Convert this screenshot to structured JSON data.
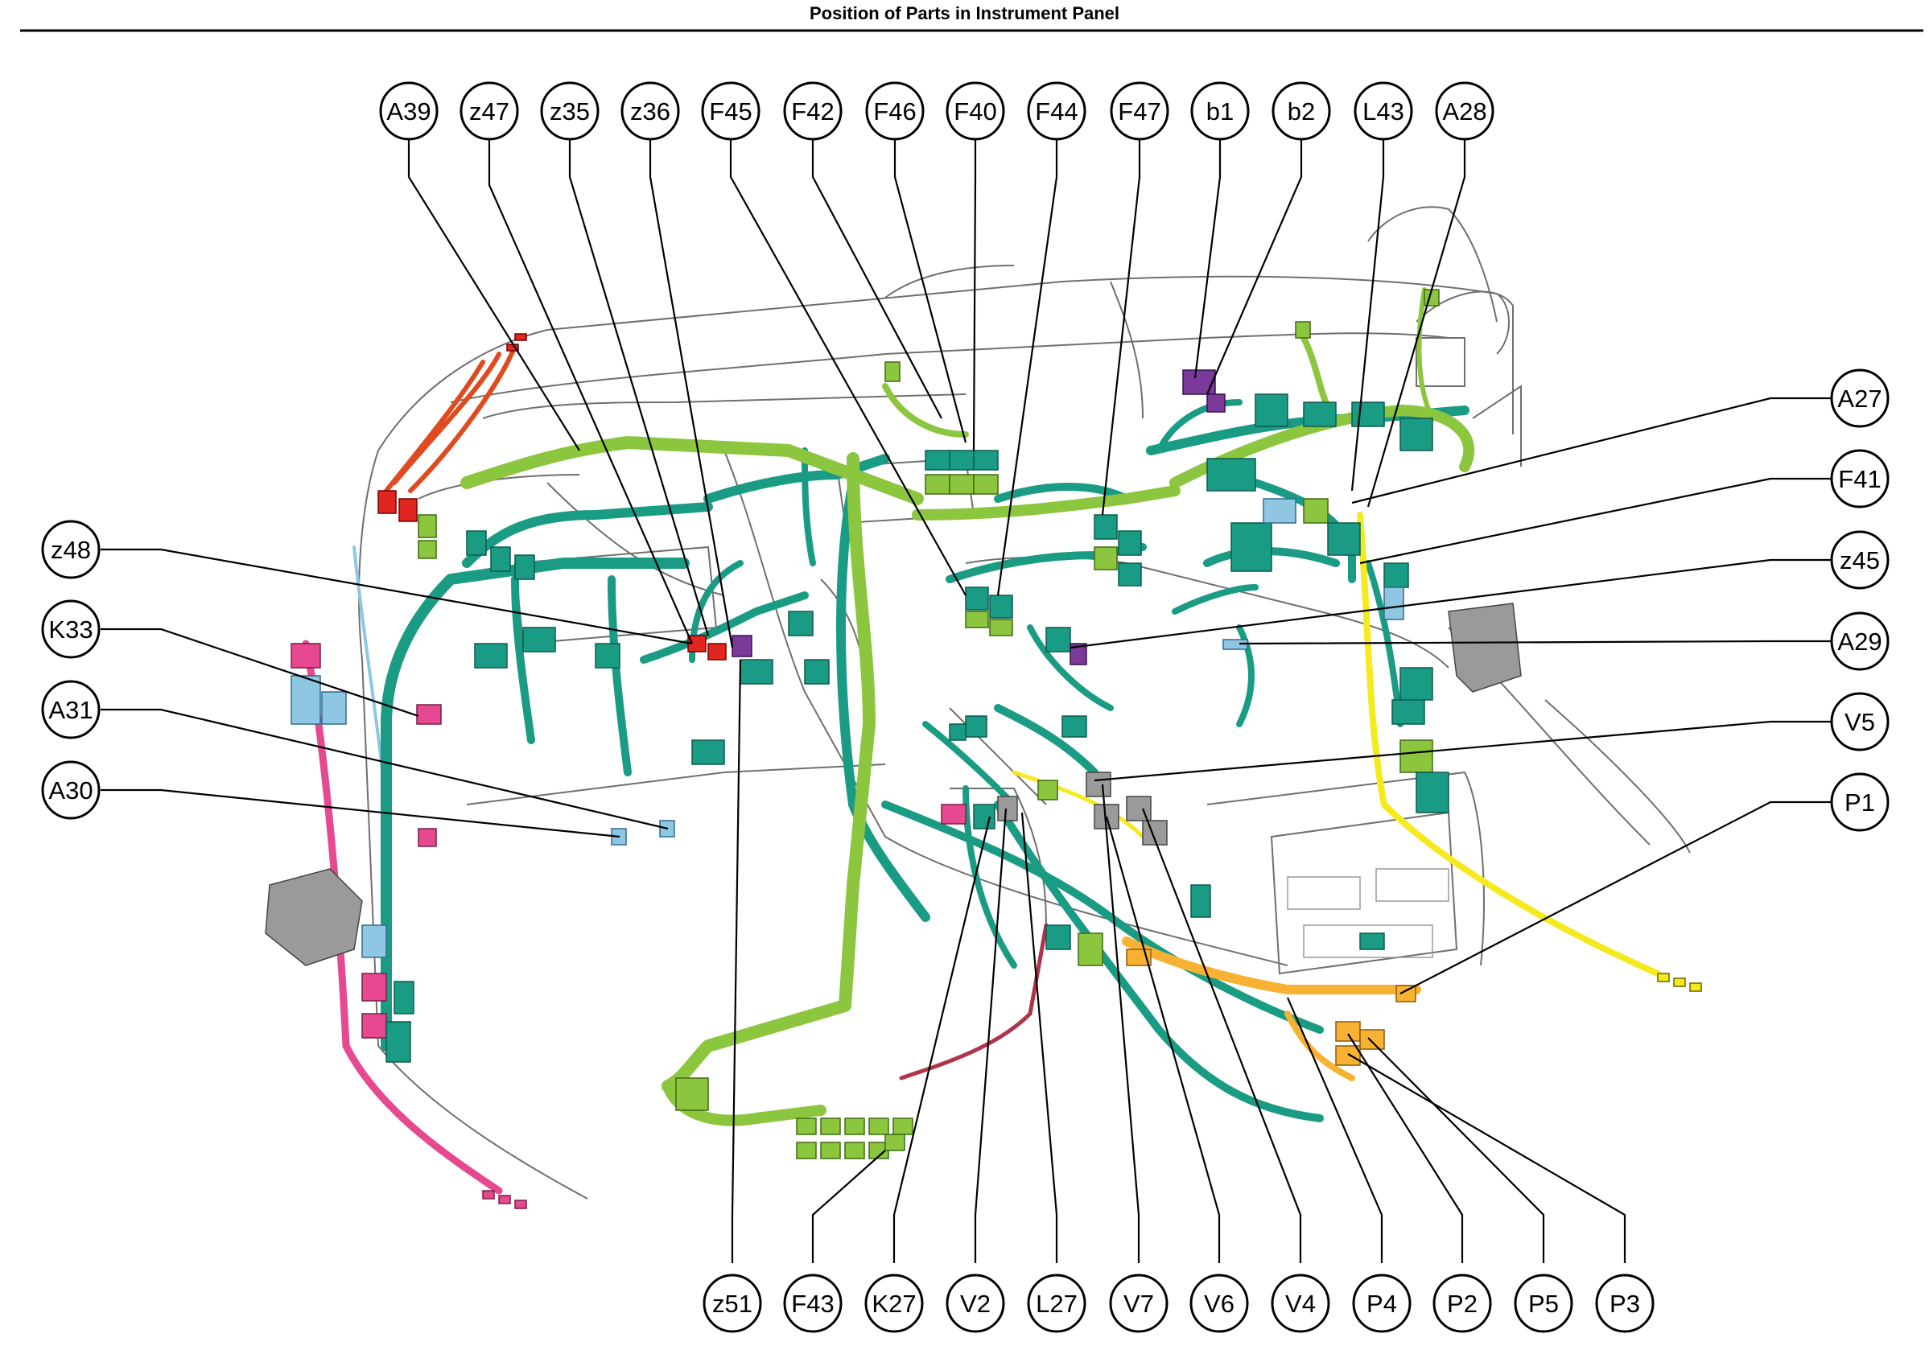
{
  "title": "Position of Parts in Instrument Panel",
  "colors": {
    "harness_teal": "#1a9b84",
    "harness_lime": "#8cc63f",
    "harness_yellow": "#f5ea1e",
    "harness_orange": "#f7b233",
    "harness_pink": "#e6498f",
    "harness_blue": "#8fc7e3",
    "harness_red": "#e04a1f"
  },
  "callouts": {
    "top": [
      "A39",
      "z47",
      "z35",
      "z36",
      "F45",
      "F42",
      "F46",
      "F40",
      "F44",
      "F47",
      "b1",
      "b2",
      "L43",
      "A28"
    ],
    "left": [
      "z48",
      "K33",
      "A31",
      "A30"
    ],
    "right": [
      "A27",
      "F41",
      "z45",
      "A29",
      "V5",
      "P1"
    ],
    "bottom": [
      "z51",
      "F43",
      "K27",
      "V2",
      "L27",
      "V7",
      "V6",
      "V4",
      "P4",
      "P2",
      "P5",
      "P3"
    ]
  }
}
